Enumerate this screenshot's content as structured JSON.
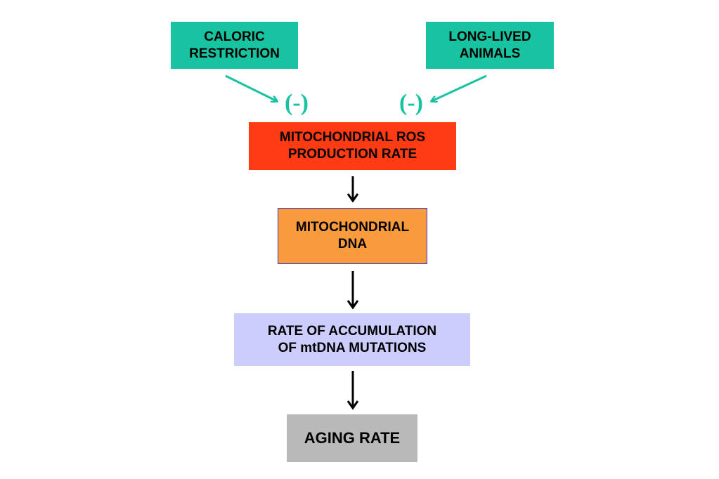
{
  "colors": {
    "teal": "#17c3a0",
    "ros_red": "#ff3b14",
    "mtdna_orange": "#f99a3c",
    "accumulation_lavender": "#cccdfd",
    "aging_gray": "#b9b9b9",
    "arrow_black": "#000000"
  },
  "nodes": {
    "caloric_restriction": "CALORIC\nRESTRICTION",
    "long_lived_animals": "LONG-LIVED\nANIMALS",
    "ros_production": "MITOCHONDRIAL ROS\nPRODUCTION RATE",
    "mitochondrial_dna": "MITOCHONDRIAL\nDNA",
    "mutation_accumulation": "RATE OF ACCUMULATION\nOF mtDNA MUTATIONS",
    "aging_rate": "AGING RATE"
  },
  "inhibition_marks": {
    "left": "(-)",
    "right": "(-)"
  }
}
